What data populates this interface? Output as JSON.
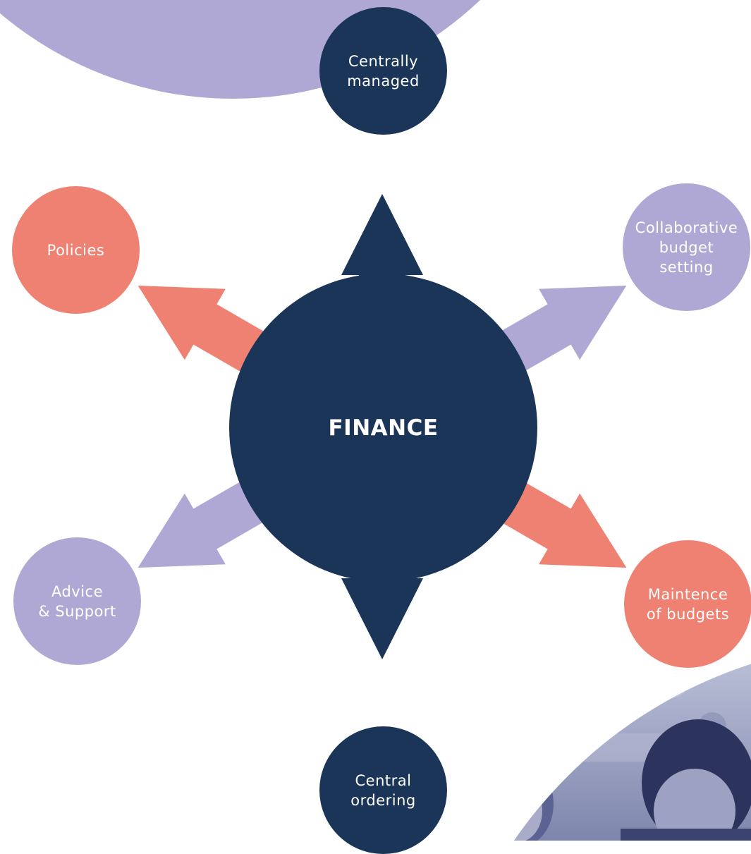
{
  "center": {
    "label": "FINANCE"
  },
  "nodes": {
    "centrally_managed": "Centrally\nmanaged",
    "collaborative_budget_setting": "Collaborative\nbudget\nsetting",
    "maintenance_of_budgets": "Maintence\nof budgets",
    "central_ordering": "Central\nordering",
    "advice_support": "Advice\n& Support",
    "policies": "Policies"
  },
  "colors": {
    "navy": "#1a3557",
    "lavender": "#b0a8d4",
    "salmon": "#ee8172",
    "photo_tint": "#9ea4c4"
  },
  "photo": {
    "description_icon": "classroom-children-photo"
  }
}
